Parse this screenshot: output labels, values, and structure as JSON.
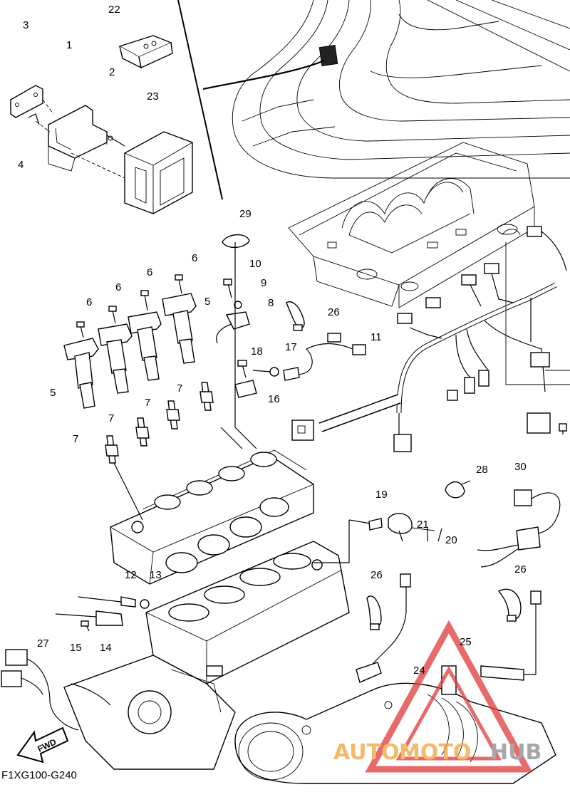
{
  "diagram": {
    "part_code": "F1XG100-G240",
    "fwd_label": "FWD",
    "watermark": {
      "left": "AUTO",
      "mid": "MOTO",
      "right": "HUB",
      "color_orange": "#f2a23a",
      "color_gray": "#8a8a8a",
      "color_red": "#e03a3a"
    }
  },
  "callouts": [
    {
      "id": "c22",
      "label": "22"
    },
    {
      "id": "c3",
      "label": "3"
    },
    {
      "id": "c1",
      "label": "1"
    },
    {
      "id": "c2",
      "label": "2"
    },
    {
      "id": "c23",
      "label": "23"
    },
    {
      "id": "c4",
      "label": "4"
    },
    {
      "id": "c29",
      "label": "29"
    },
    {
      "id": "c6a",
      "label": "6"
    },
    {
      "id": "c10",
      "label": "10"
    },
    {
      "id": "c6b",
      "label": "6"
    },
    {
      "id": "c9",
      "label": "9"
    },
    {
      "id": "c6c",
      "label": "6"
    },
    {
      "id": "c5a",
      "label": "5"
    },
    {
      "id": "c8",
      "label": "8"
    },
    {
      "id": "c26a",
      "label": "26"
    },
    {
      "id": "c6d",
      "label": "6"
    },
    {
      "id": "c11",
      "label": "11"
    },
    {
      "id": "c17",
      "label": "17"
    },
    {
      "id": "c18",
      "label": "18"
    },
    {
      "id": "c5b",
      "label": "5"
    },
    {
      "id": "c16",
      "label": "16"
    },
    {
      "id": "c7a",
      "label": "7"
    },
    {
      "id": "c7b",
      "label": "7"
    },
    {
      "id": "c7c",
      "label": "7"
    },
    {
      "id": "c7d",
      "label": "7"
    },
    {
      "id": "c28",
      "label": "28"
    },
    {
      "id": "c30",
      "label": "30"
    },
    {
      "id": "c19",
      "label": "19"
    },
    {
      "id": "c21",
      "label": "21"
    },
    {
      "id": "c20",
      "label": "20"
    },
    {
      "id": "c12",
      "label": "12"
    },
    {
      "id": "c13",
      "label": "13"
    },
    {
      "id": "c26b",
      "label": "26"
    },
    {
      "id": "c26c",
      "label": "26"
    },
    {
      "id": "c15",
      "label": "15"
    },
    {
      "id": "c14",
      "label": "14"
    },
    {
      "id": "c27",
      "label": "27"
    },
    {
      "id": "c25",
      "label": "25"
    },
    {
      "id": "c24",
      "label": "24"
    }
  ]
}
